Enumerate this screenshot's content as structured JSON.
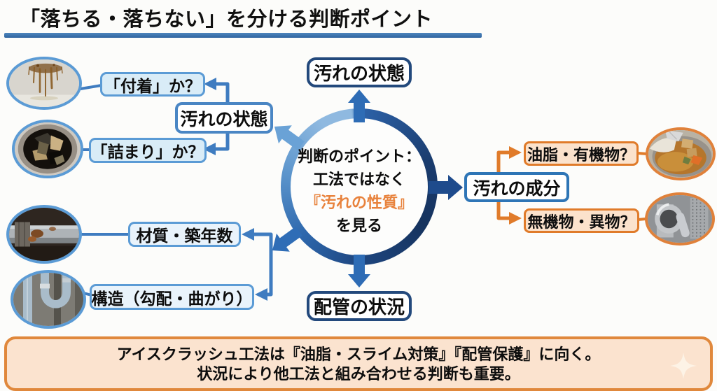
{
  "title": "「落ちる・落ちない」を分ける判断ポイント",
  "center": {
    "line1": "判断のポイント：",
    "line2": "工法ではなく",
    "line3": "『汚れの性質』",
    "line4": "を見る"
  },
  "nodes": {
    "top": "汚れの状態",
    "bottom": "配管の状況",
    "left_hub": "汚れの状態",
    "right_hub": "汚れの成分",
    "adhesion": "「付着」か？",
    "clog": "「詰まり」か？",
    "material": "材質・築年数",
    "structure": "構造（勾配・曲がり）",
    "organic": "油脂・有機物？",
    "inorganic": "無機物・異物？"
  },
  "photos": {
    "adhesion": "grease-stain-wall-photo",
    "clog": "clogged-drain-pipe-photo",
    "material": "old-corroded-pipe-photo",
    "structure": "pipe-bend-structure-photo",
    "organic": "food-grease-waste-photo",
    "inorganic": "metal-parts-photo"
  },
  "banner": {
    "line1": "アイスクラッシュ工法は『油脂・スライム対策』『配管保護』に向く。",
    "line2": "状況により他工法と組み合わせる判断も重要。"
  },
  "colors": {
    "dark_blue": "#1e4b8c",
    "mid_blue": "#2e6cb5",
    "light_blue": "#5b9bd5",
    "pale_blue_fill": "#d9ecf7",
    "orange": "#e07b2a",
    "pale_orange_fill": "#fbe2cc",
    "banner_fill": "#fbe3cf",
    "highlight_orange": "#e8823c"
  }
}
